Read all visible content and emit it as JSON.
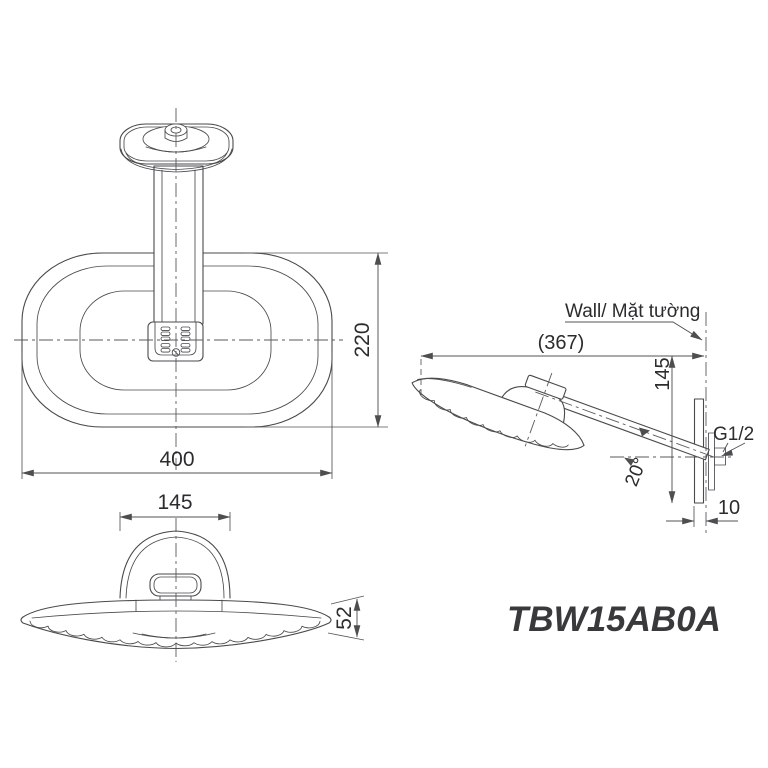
{
  "front_view": {
    "dim_width": "400",
    "dim_height": "220"
  },
  "side_view": {
    "dim_bracket_width": "145",
    "dim_thickness": "52"
  },
  "install_view": {
    "wall_label": "Wall/ Mặt tường",
    "dim_projection": "(367)",
    "dim_drop": "145",
    "thread_label": "G1/2",
    "angle_label": "20°",
    "dim_plate_offset": "10"
  },
  "model_number": "TBW15AB0A",
  "colors": {
    "line": "#4a4a4c",
    "dimension": "#535355",
    "text": "#2c2c2e",
    "model_text": "#39393b",
    "background": "#ffffff"
  }
}
